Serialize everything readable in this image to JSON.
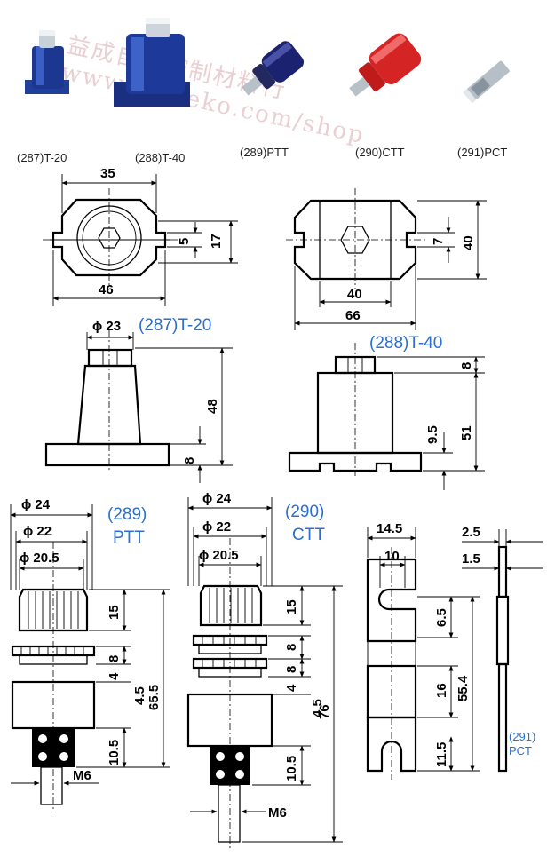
{
  "watermark": {
    "line1": "益成自動控制材料行",
    "line2": "www.eyoteko.com/shop"
  },
  "products": [
    {
      "code": "(287)T-20"
    },
    {
      "code": "(288)T-40"
    },
    {
      "code": "(289)PTT"
    },
    {
      "code": "(290)CTT"
    },
    {
      "code": "(291)PCT"
    }
  ],
  "drawings": {
    "t20": {
      "title": "(287)T-20",
      "dims": {
        "width_top": "35",
        "width_base": "46",
        "height_plan": "17",
        "slot": "5",
        "dia_nut": "ϕ 23",
        "height": "48",
        "base": "8"
      }
    },
    "t40": {
      "title": "(288)T-40",
      "dims": {
        "height_plan": "40",
        "slot": "7",
        "width_body": "40",
        "width_base": "66",
        "nut": "8",
        "height": "51",
        "base": "9.5"
      }
    },
    "ptt": {
      "title_num": "(289)",
      "title_name": "PTT",
      "dims": {
        "d1": "ϕ 24",
        "d2": "ϕ 22",
        "d3": "ϕ 20.5",
        "h1": "15",
        "h2": "8",
        "h3": "4",
        "h4": "4.5",
        "h5": "10.5",
        "total": "65.5",
        "thread": "M6"
      }
    },
    "ctt": {
      "title_num": "(290)",
      "title_name": "CTT",
      "dims": {
        "d1": "ϕ 24",
        "d2": "ϕ 22",
        "d3": "ϕ 20.5",
        "h1": "15",
        "h2": "8",
        "h3": "8",
        "h4": "4",
        "h5": "4.5",
        "h6": "10.5",
        "total": "76",
        "thread": "M6"
      }
    },
    "pct": {
      "title_num": "(291)",
      "title_name": "PCT",
      "dims": {
        "w1": "14.5",
        "w2": "10",
        "t1": "2.5",
        "t2": "1.5",
        "h1": "6.5",
        "h2": "16",
        "h3": "55.4",
        "h4": "11.5"
      }
    }
  },
  "colors": {
    "label_blue": "#2a6fd1",
    "terminal_blue": "#1f3f9a",
    "terminal_red": "#d42424",
    "watermark": "#e9cfd2"
  }
}
